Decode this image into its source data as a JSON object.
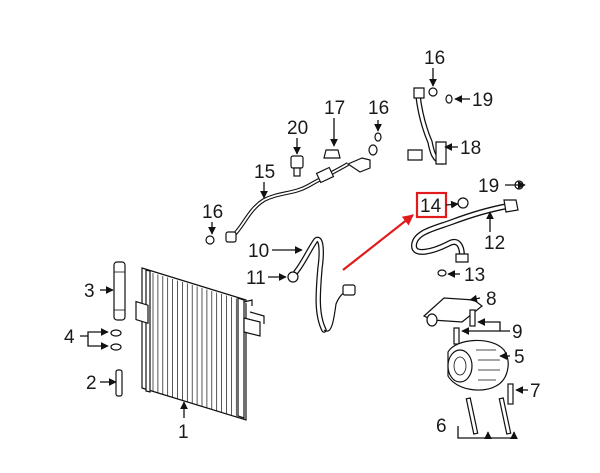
{
  "callouts": [
    {
      "id": "c1",
      "label": "1"
    },
    {
      "id": "c2",
      "label": "2"
    },
    {
      "id": "c3",
      "label": "3"
    },
    {
      "id": "c4",
      "label": "4"
    },
    {
      "id": "c5",
      "label": "5"
    },
    {
      "id": "c6",
      "label": "6"
    },
    {
      "id": "c7",
      "label": "7"
    },
    {
      "id": "c8",
      "label": "8"
    },
    {
      "id": "c9",
      "label": "9"
    },
    {
      "id": "c10",
      "label": "10"
    },
    {
      "id": "c11",
      "label": "11"
    },
    {
      "id": "c12",
      "label": "12"
    },
    {
      "id": "c13",
      "label": "13"
    },
    {
      "id": "c14",
      "label": "14"
    },
    {
      "id": "c15",
      "label": "15"
    },
    {
      "id": "c16a",
      "label": "16"
    },
    {
      "id": "c16b",
      "label": "16"
    },
    {
      "id": "c16c",
      "label": "16"
    },
    {
      "id": "c17",
      "label": "17"
    },
    {
      "id": "c18",
      "label": "18"
    },
    {
      "id": "c19a",
      "label": "19"
    },
    {
      "id": "c19b",
      "label": "19"
    },
    {
      "id": "c20",
      "label": "20"
    }
  ],
  "highlight": {
    "callout": "14",
    "color": "#e11b1b"
  }
}
